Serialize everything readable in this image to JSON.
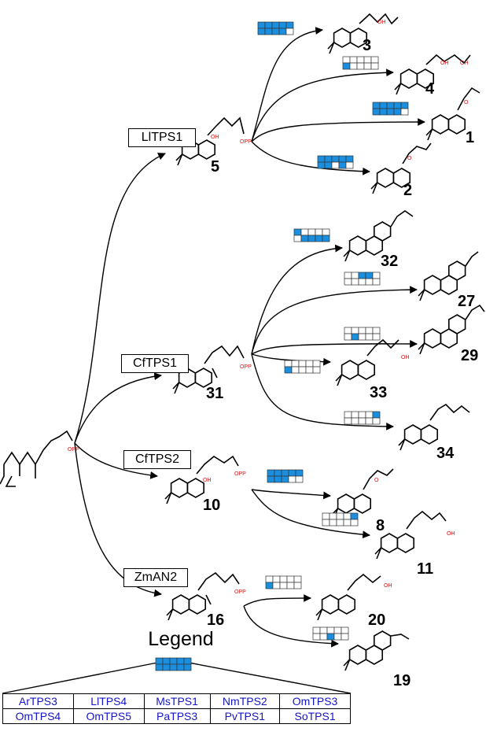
{
  "colors": {
    "active": "#1a8fe0",
    "inactive": "#ffffff",
    "legend_text": "#1515c8",
    "heteroatom": "#e01010"
  },
  "enzymes": {
    "e1": "LlTPS1",
    "e2": "CfTPS1",
    "e3": "CfTPS2",
    "e4": "ZmAN2"
  },
  "compounds": {
    "c5": "5",
    "c31": "31",
    "c10": "10",
    "c16": "16",
    "c3": "3",
    "c4": "4",
    "c1": "1",
    "c2": "2",
    "c32": "32",
    "c27": "27",
    "c29": "29",
    "c33": "33",
    "c34": "34",
    "c8": "8",
    "c11": "11",
    "c20": "20",
    "c19": "19"
  },
  "labels": {
    "opp": "OPP",
    "oh": "OH",
    "o": "O"
  },
  "activity": {
    "to3": [
      1,
      1,
      1,
      1,
      1,
      1,
      1,
      1,
      1,
      0
    ],
    "to4": [
      0,
      0,
      0,
      0,
      0,
      1,
      0,
      0,
      0,
      0
    ],
    "to1": [
      1,
      1,
      1,
      1,
      1,
      1,
      1,
      1,
      1,
      0
    ],
    "to2": [
      1,
      1,
      1,
      1,
      1,
      1,
      1,
      0,
      1,
      0
    ],
    "to32": [
      1,
      0,
      0,
      0,
      0,
      0,
      1,
      1,
      1,
      1
    ],
    "to27": [
      0,
      0,
      1,
      1,
      0,
      0,
      0,
      0,
      0,
      0
    ],
    "to29": [
      0,
      0,
      0,
      0,
      0,
      0,
      1,
      0,
      0,
      0
    ],
    "to33": [
      0,
      0,
      0,
      0,
      0,
      1,
      0,
      0,
      0,
      0
    ],
    "to34": [
      0,
      0,
      0,
      0,
      1,
      0,
      0,
      0,
      0,
      0
    ],
    "to8": [
      1,
      1,
      1,
      1,
      1,
      1,
      1,
      1,
      0,
      0
    ],
    "to11": [
      0,
      0,
      0,
      0,
      1,
      0,
      0,
      0,
      0,
      0
    ],
    "to20": [
      0,
      0,
      0,
      0,
      0,
      1,
      0,
      0,
      0,
      0
    ],
    "to19": [
      0,
      0,
      0,
      0,
      0,
      0,
      0,
      1,
      0,
      0
    ]
  },
  "legend": {
    "title": "Legend",
    "enzymes": [
      "ArTPS3",
      "LlTPS4",
      "MsTPS1",
      "NmTPS2",
      "OmTPS3",
      "OmTPS4",
      "OmTPS5",
      "PaTPS3",
      "PvTPS1",
      "SoTPS1"
    ]
  }
}
